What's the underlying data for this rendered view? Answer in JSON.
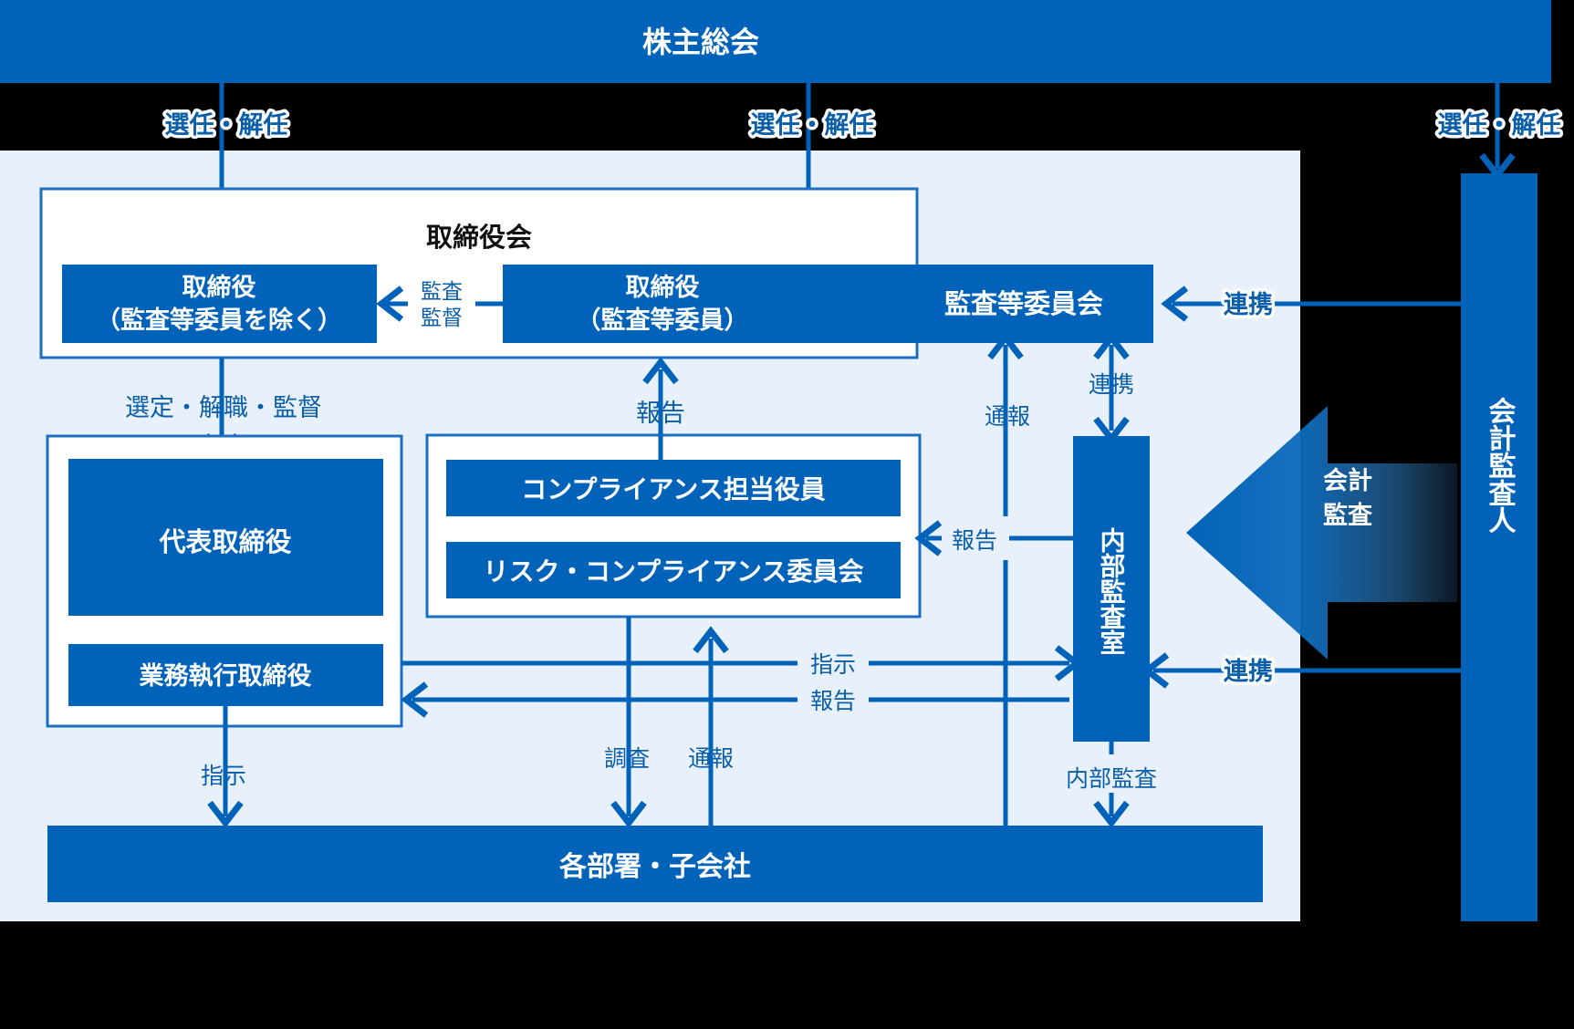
{
  "colors": {
    "primary_blue": "#0062B8",
    "label_blue": "#0B5EA8",
    "panel_light_blue": "#E8F1FB",
    "panel_white": "#FFFFFF",
    "backdrop_black": "#000000",
    "box_border_blue": "#1C6FC0"
  },
  "diagram": {
    "title_bar": {
      "label": "株主総会"
    },
    "nodes": {
      "board_group_title": "取締役会",
      "director_non_audit": "取締役\n（監査等委員を除く）",
      "director_non_audit_line1": "取締役",
      "director_non_audit_line2": "（監査等委員を除く）",
      "director_audit": "取締役\n（監査等委員）",
      "director_audit_line1": "取締役",
      "director_audit_line2": "（監査等委員）",
      "audit_committee": "監査等委員会",
      "representative_director": "代表取締役",
      "executive_director": "業務執行取締役",
      "compliance_officer": "コンプライアンス担当役員",
      "risk_compliance_committee": "リスク・コンプライアンス委員会",
      "internal_audit_office": "内部監査室",
      "accounting_auditor": "会計監査人",
      "departments_subsidiaries": "各部署・子会社"
    },
    "edge_labels": {
      "appoint_dismiss_left": "選任・解任",
      "appoint_dismiss_center": "選任・解任",
      "appoint_dismiss_right": "選任・解任",
      "audit_supervise_line1": "監査",
      "audit_supervise_line2": "監督",
      "select_dismiss_supervise": "選定・解職・監督",
      "report_to_board": "報告",
      "cooperation_top": "連携",
      "cooperation_committee_internal": "連携",
      "cooperation_bottom": "連携",
      "whistleblow_to_committee": "通報",
      "report_to_committee": "報告",
      "instruction": "指示",
      "report": "報告",
      "investigation": "調査",
      "whistleblow": "通報",
      "instruction_to_departments": "指示",
      "internal_audit": "内部監査",
      "accounting_audit_line1": "会計",
      "accounting_audit_line2": "監査"
    }
  }
}
